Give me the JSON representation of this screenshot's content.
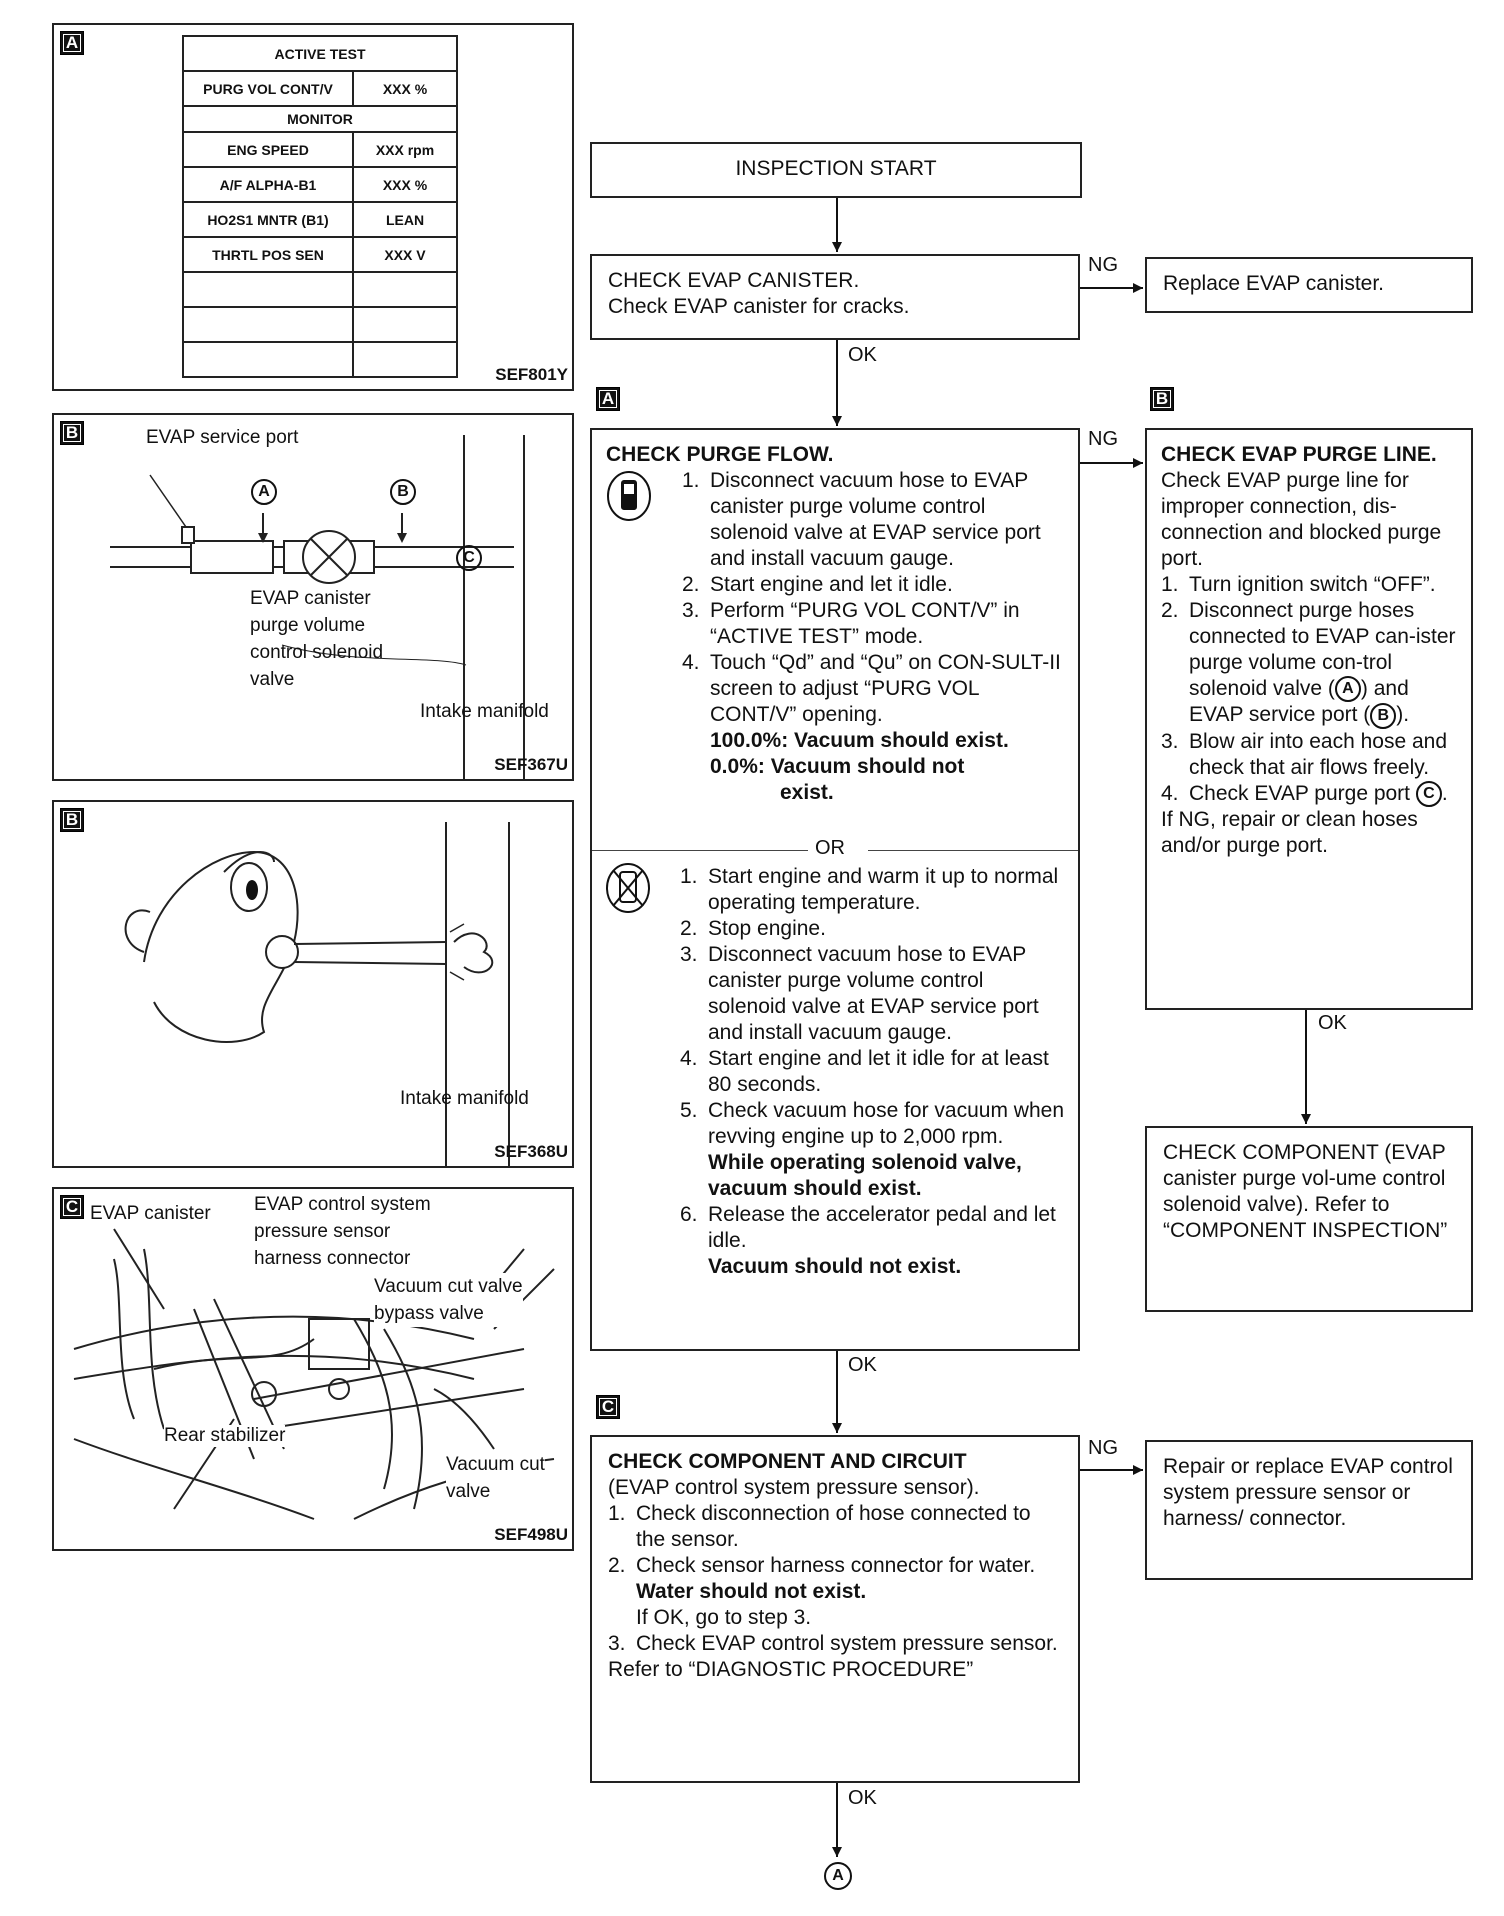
{
  "panels": {
    "a": {
      "tag": "A",
      "code": "SEF801Y",
      "active_test_header": "ACTIVE TEST",
      "active_row": [
        "PURG VOL CONT/V",
        "XXX %"
      ],
      "monitor_header": "MONITOR",
      "monitor_rows": [
        [
          "ENG SPEED",
          "XXX rpm"
        ],
        [
          "A/F ALPHA-B1",
          "XXX %"
        ],
        [
          "HO2S1 MNTR (B1)",
          "LEAN"
        ],
        [
          "THRTL POS SEN",
          "XXX V"
        ]
      ]
    },
    "b1": {
      "tag": "B",
      "code": "SEF367U",
      "service_port": "EVAP service port",
      "valve_label": [
        "EVAP canister",
        "purge volume",
        "control solenoid",
        "valve"
      ],
      "intake": "Intake manifold",
      "mark_a": "A",
      "mark_b": "B",
      "mark_c": "C"
    },
    "b2": {
      "tag": "B",
      "code": "SEF368U",
      "intake": "Intake manifold"
    },
    "c": {
      "tag": "C",
      "code": "SEF498U",
      "labels": {
        "canister": "EVAP canister",
        "sensor_conn": [
          "EVAP control system",
          "pressure sensor",
          "harness connector"
        ],
        "bypass": [
          "Vacuum cut valve",
          "bypass valve"
        ],
        "stabilizer": "Rear stabilizer",
        "cut_valve": [
          "Vacuum cut",
          "valve"
        ]
      }
    }
  },
  "flow": {
    "start": "INSPECTION START",
    "evap_canister": {
      "title": "CHECK EVAP CANISTER.",
      "body": "Check EVAP canister for cracks."
    },
    "replace": "Replace EVAP canister.",
    "ng": "NG",
    "ok": "OK",
    "tag_a": "A",
    "tag_b": "B",
    "tag_c": "C",
    "purge_flow": {
      "title": "CHECK PURGE FLOW.",
      "with_steps": [
        {
          "n": "1.",
          "t": "Disconnect vacuum hose to EVAP canister purge volume control solenoid valve at EVAP service port and install vacuum gauge."
        },
        {
          "n": "2.",
          "t": "Start engine and let it idle."
        },
        {
          "n": "3.",
          "t": "Perform “PURG VOL CONT/V” in “ACTIVE TEST” mode."
        },
        {
          "n": "4.",
          "t": "Touch “Qd” and “Qu” on CON-SULT-II screen to adjust “PURG VOL CONT/V” opening."
        }
      ],
      "result1": "100.0%: Vacuum should exist.",
      "result2": "0.0%: Vacuum should not",
      "result2b": "exist.",
      "or": "OR",
      "without_steps": [
        {
          "n": "1.",
          "t": "Start engine and warm it up to normal operating temperature."
        },
        {
          "n": "2.",
          "t": "Stop engine."
        },
        {
          "n": "3.",
          "t": "Disconnect vacuum hose to EVAP canister purge volume control solenoid valve at EVAP service port and install vacuum gauge."
        },
        {
          "n": "4.",
          "t": "Start engine and let it idle for at least 80 seconds."
        },
        {
          "n": "5.",
          "t": "Check vacuum hose for vacuum when revving engine up to 2,000 rpm."
        },
        {
          "n": "6.",
          "t": "Release the accelerator pedal and let idle."
        }
      ],
      "step5_bold": "While operating solenoid valve, vacuum should exist.",
      "step6_bold": "Vacuum should not exist."
    },
    "purge_line": {
      "title": "CHECK EVAP PURGE LINE.",
      "intro": "Check EVAP purge line for improper connection, dis-connection and blocked purge port.",
      "s1": "Turn ignition switch “OFF”.",
      "s2a": "Disconnect purge hoses connected to EVAP can-ister purge volume con-trol solenoid valve (",
      "s2b": ") and EVAP service port (",
      "s2c": ").",
      "s3": "Blow air into each hose and check that air flows freely.",
      "s4a": "Check EVAP purge port",
      "s4b": ".",
      "ng_note": "If NG, repair or clean hoses and/or purge port.",
      "n1": "1.",
      "n2": "2.",
      "n3": "3.",
      "n4": "4."
    },
    "check_component": "CHECK COMPONENT (EVAP canister purge vol-ume control solenoid valve). Refer to “COMPONENT INSPECTION”",
    "component_circuit": {
      "title": "CHECK COMPONENT AND CIRCUIT",
      "sub": "(EVAP control system pressure sensor).",
      "s1": "Check disconnection of hose connected to the sensor.",
      "s2": "Check sensor harness connector for water.",
      "s2_bold": "Water should not exist.",
      "s2_note": "If OK, go to step 3.",
      "s3": "Check EVAP control system pressure sensor.",
      "refer": "Refer to “DIAGNOSTIC PROCEDURE”",
      "n1": "1.",
      "n2": "2.",
      "n3": "3."
    },
    "repair": "Repair or replace EVAP control system pressure sensor or harness/ connector.",
    "end": "A"
  }
}
